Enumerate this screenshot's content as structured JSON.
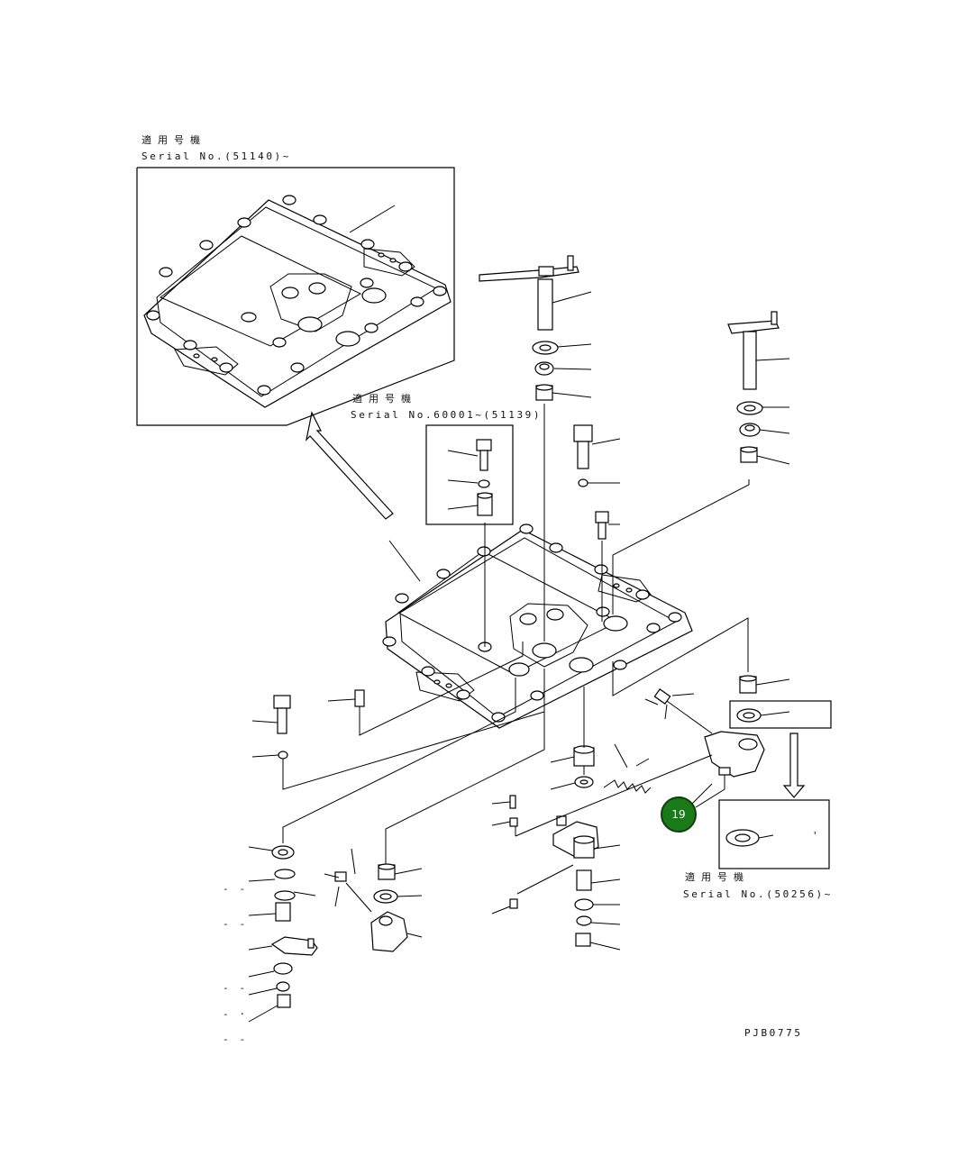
{
  "applicability_label": "適用号機",
  "inset_top_serial": "Serial No.(51140)~",
  "inset_mid_serial": "Serial No.60001~(51139)",
  "inset_right_serial": "Serial No.(50256)~",
  "inset_right_mark": "'",
  "callout_number": "19",
  "drawing_code": "PJB0775",
  "dash_marks": [
    "- -",
    "- -",
    "- -",
    "- ·",
    "- -"
  ],
  "colors": {
    "callout_fill": "#1a7a1a",
    "line": "#000000"
  }
}
